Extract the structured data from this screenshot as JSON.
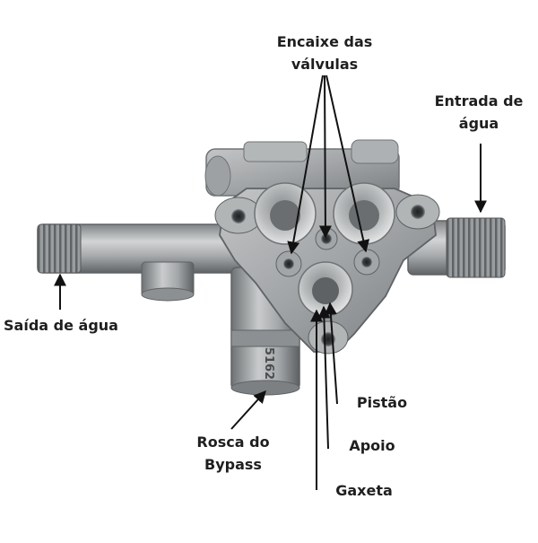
{
  "labels": {
    "valve_seats": [
      "Encaixe das",
      "válvulas"
    ],
    "water_inlet": [
      "Entrada de",
      "água"
    ],
    "water_outlet": "Saída de água",
    "bypass_thread": [
      "Rosca do",
      "Bypass"
    ],
    "piston": "Pistão",
    "support": "Apoio",
    "gasket": "Gaxeta"
  },
  "casting_marking": "5162",
  "colors": {
    "label": "#1f1f1f",
    "arrow": "#111111",
    "metal": "#a9acae",
    "background": "#ffffff"
  }
}
